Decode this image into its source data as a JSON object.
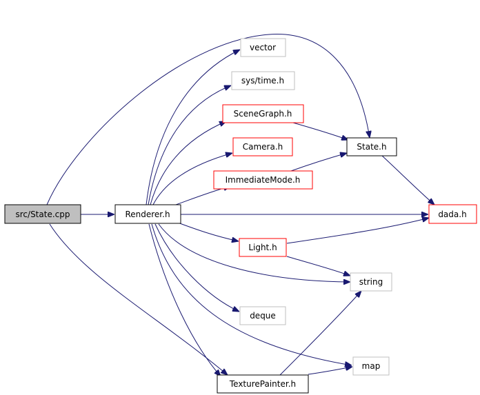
{
  "colors": {
    "edge": "#191970",
    "root_fill": "#bfbfbf",
    "border_documented": "#000000",
    "border_incomplete": "#ff0000",
    "border_external": "#bfbfbf"
  },
  "nodes": {
    "state_cpp": "src/State.cpp",
    "renderer_h": "Renderer.h",
    "vector": "vector",
    "sys_time_h": "sys/time.h",
    "scenegraph_h": "SceneGraph.h",
    "camera_h": "Camera.h",
    "immediatemode_h": "ImmediateMode.h",
    "state_h": "State.h",
    "dada_h": "dada.h",
    "light_h": "Light.h",
    "string": "string",
    "deque": "deque",
    "map": "map",
    "texturepainter_h": "TexturePainter.h"
  }
}
